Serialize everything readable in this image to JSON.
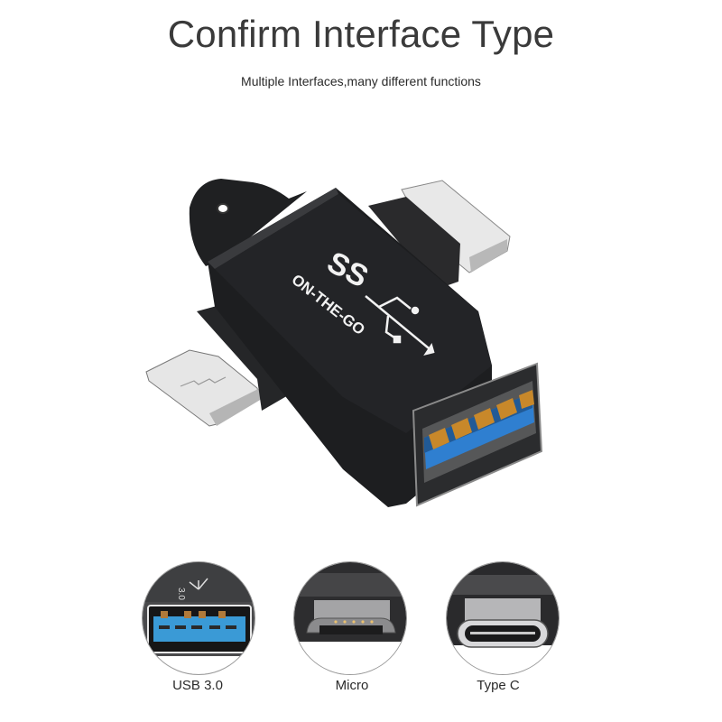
{
  "header": {
    "title": "Confirm Interface Type",
    "subtitle": "Multiple Interfaces,many different functions"
  },
  "product": {
    "logo_text": "SS",
    "body_text": "ON-THE-GO",
    "colors": {
      "body": "#1e1f21",
      "usb_blue": "#2f7fd0",
      "contact_gold": "#c8882a",
      "metal": "#d9d9d9"
    }
  },
  "interfaces": [
    {
      "label": "USB 3.0",
      "icon": "usb-a-port"
    },
    {
      "label": "Micro",
      "icon": "micro-usb-port"
    },
    {
      "label": "Type C",
      "icon": "usb-c-port"
    }
  ]
}
